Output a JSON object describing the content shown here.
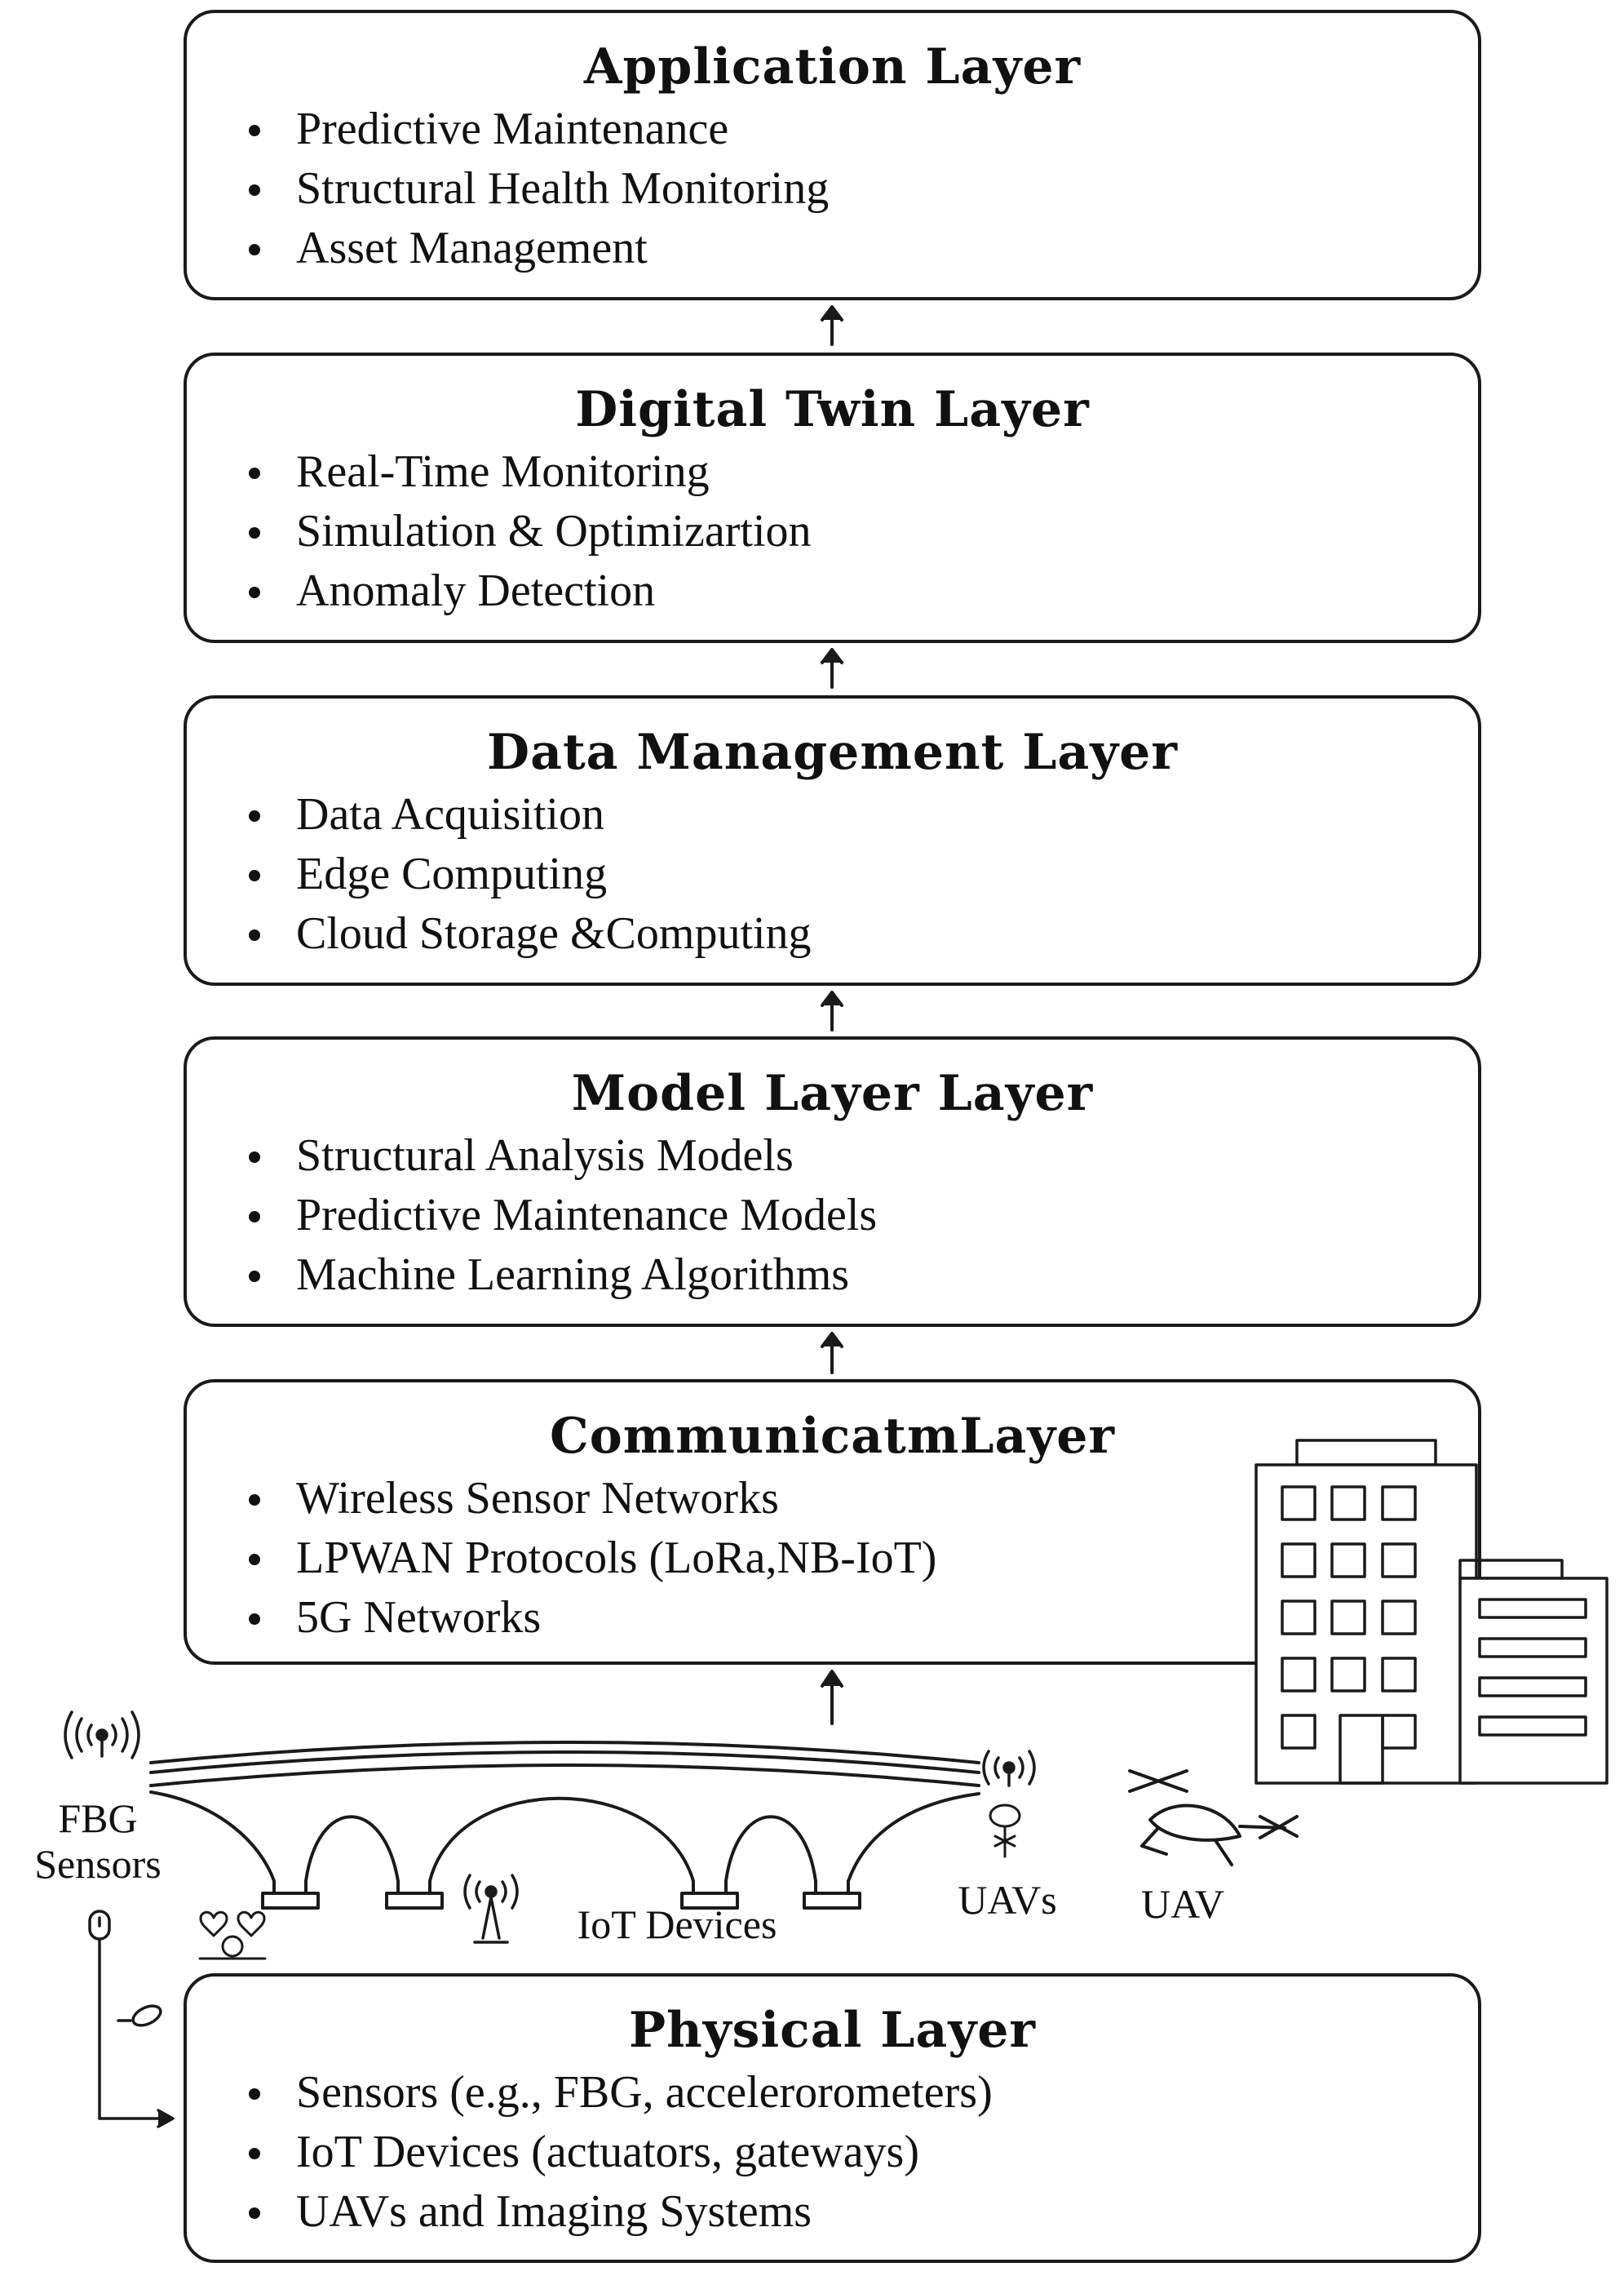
{
  "layers": [
    {
      "title": "Application Layer",
      "items": [
        "Predictive Maintenance",
        "Structural Health Monitoring",
        "Asset Management"
      ]
    },
    {
      "title": "Digital Twin Layer",
      "items": [
        "Real-Time Monitoring",
        "Simulation & Optimizartion",
        "Anomaly Detection"
      ]
    },
    {
      "title": "Data Management Layer",
      "items": [
        "Data Acquisition",
        "Edge Computing",
        "Cloud Storage &Computing"
      ]
    },
    {
      "title": "Model Layer  Layer",
      "items": [
        "Structural Analysis Models",
        "Predictive Maintenance Models",
        "Machine Learning Algorithms"
      ]
    },
    {
      "title": "CommunicatmLayer",
      "items": [
        "Wireless Sensor Networks",
        "LPWAN Protocols (LoRa,NB-IoT)",
        "5G Networks"
      ]
    },
    {
      "title": "Physical Layer",
      "items": [
        "Sensors (e.g., FBG, accelerorometers)",
        "IoT Devices (actuators, gateways)",
        "UAVs and Imaging Systems"
      ]
    }
  ],
  "scene": {
    "fbg_label_line1": "FBG",
    "fbg_label_line2": "Sensors",
    "iot_label": "IoT Devices",
    "uavs_label": "UAVs",
    "uav_label": "UAV"
  },
  "colors": {
    "stroke": "#1a1a1a",
    "background": "#ffffff"
  },
  "icons": [
    "antenna-icon",
    "bridge-icon",
    "building-icon",
    "drone-icon",
    "sensor-probe-icon",
    "heart-sensor-icon"
  ]
}
